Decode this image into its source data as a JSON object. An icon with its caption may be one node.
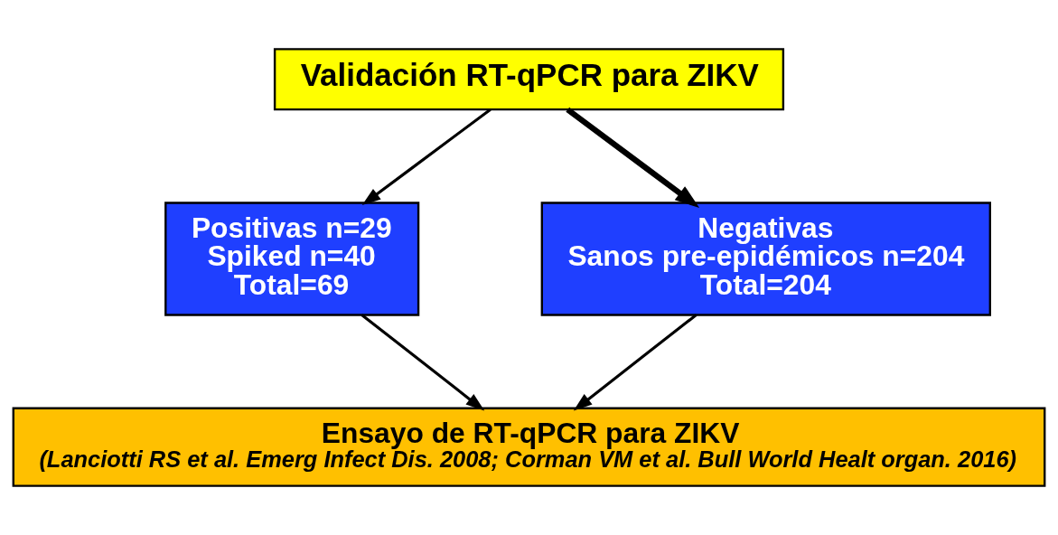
{
  "diagram": {
    "nodes": [
      {
        "text": [
          "Validación RT-qPCR para ZIKV"
        ]
      },
      {
        "text": [
          "Positivas n=29",
          "Spiked n=40",
          "Total=69"
        ]
      },
      {
        "text": [
          "Negativas",
          "Sanos pre-epidémicos n=204",
          "Total=204"
        ]
      },
      {
        "text": [
          "Ensayo de RT-qPCR para ZIKV",
          "(Lanciotti RS et al. Emerg Infect Dis. 2008; Corman VM et al. Bull World Healt organ. 2016)"
        ]
      }
    ],
    "edges": [
      {
        "from": 0,
        "to": 1,
        "arrow": "to"
      },
      {
        "from": 0,
        "to": 2,
        "arrow": "to",
        "style": "thick"
      },
      {
        "from": 1,
        "to": 3,
        "arrow": "to"
      },
      {
        "from": 2,
        "to": 3,
        "arrow": "to"
      }
    ]
  }
}
